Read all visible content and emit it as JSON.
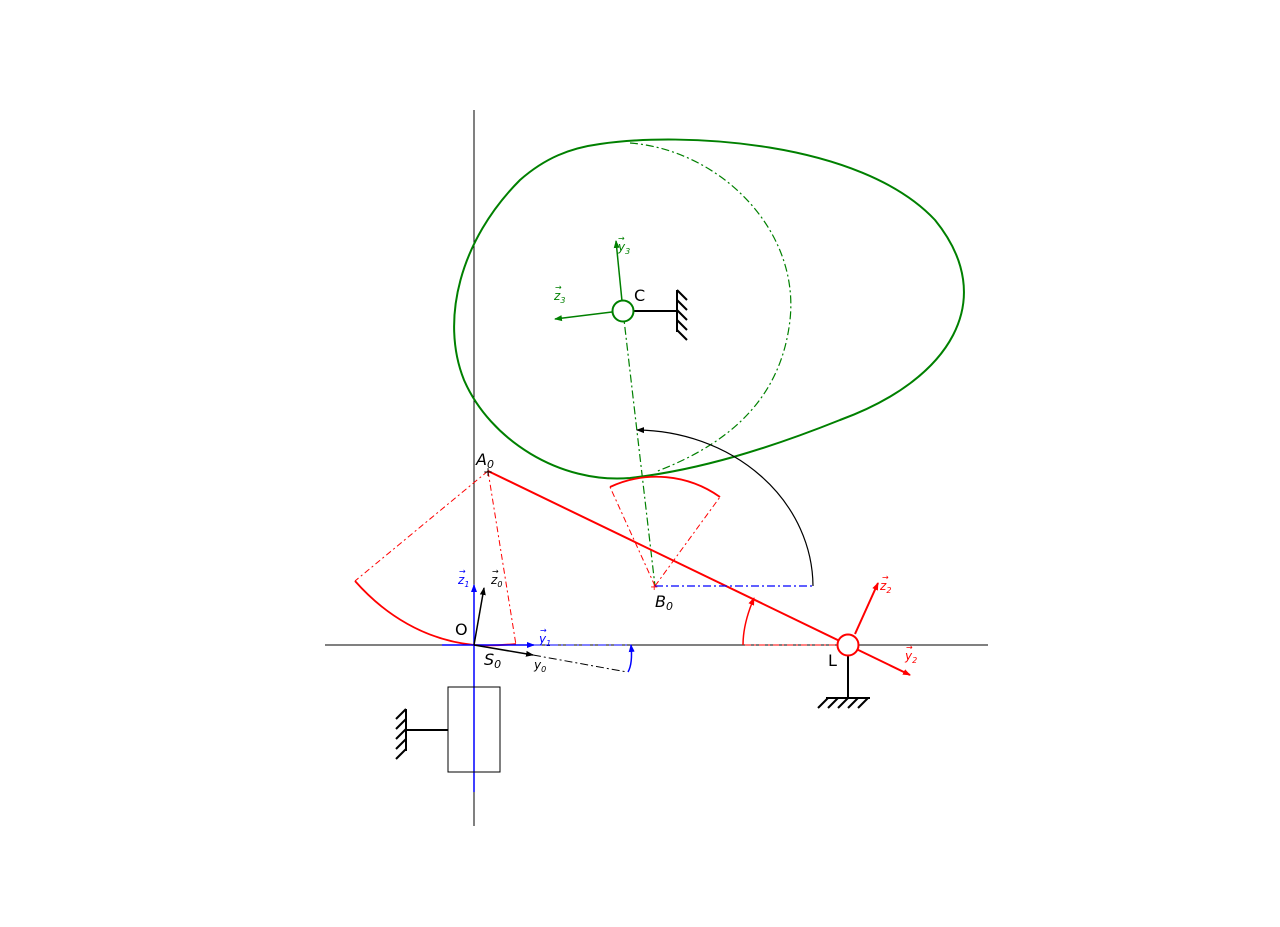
{
  "colors": {
    "frame": "#000000",
    "cam": "#008000",
    "lever": "#ff0000",
    "base": "#0000ff"
  },
  "points": {
    "A0": "A",
    "A0_sub": "0",
    "B0": "B",
    "B0_sub": "0",
    "S0": "S",
    "S0_sub": "0",
    "C": "C",
    "O": "O",
    "L": "L"
  },
  "vectors": {
    "y3": "y",
    "y3_sub": "3",
    "z3": "z",
    "z3_sub": "3",
    "z1": "z",
    "z1_sub": "1",
    "z0": "z",
    "z0_sub": "0",
    "y1": "y",
    "y1_sub": "1",
    "y0": "y",
    "y0_sub": "0",
    "z2": "z",
    "z2_sub": "2",
    "y2": "y",
    "y2_sub": "2"
  }
}
